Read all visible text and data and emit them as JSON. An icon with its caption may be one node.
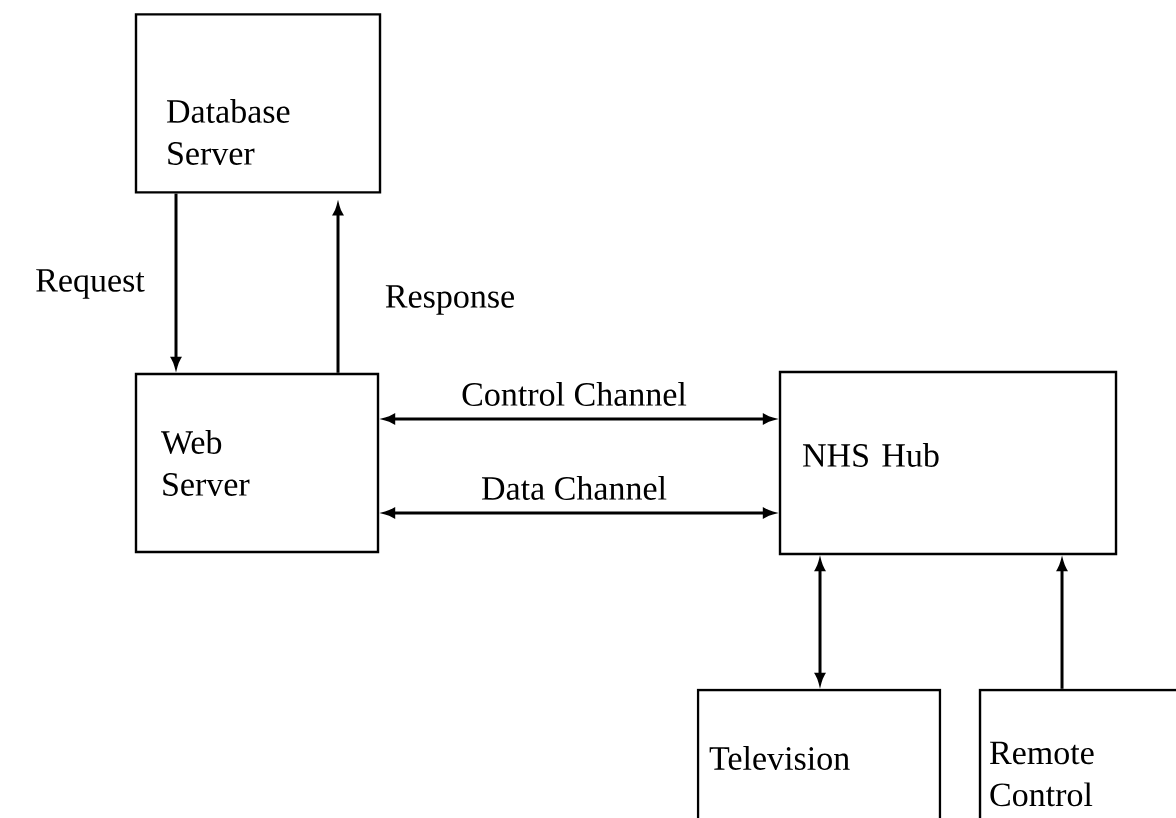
{
  "diagram": {
    "nodes": [
      {
        "text": [
          "Database Server"
        ]
      },
      {
        "text": [
          "Web Server"
        ]
      },
      {
        "text": [
          "NHS Hub"
        ]
      },
      {
        "text": [
          "Television"
        ]
      },
      {
        "text": [
          "Remote Control"
        ]
      }
    ],
    "edges": [
      {
        "from": 0,
        "to": 1,
        "arrow": "to",
        "label": "Request"
      },
      {
        "from": 1,
        "to": 0,
        "arrow": "to",
        "label": "Response"
      },
      {
        "from": 1,
        "to": 2,
        "arrow": "both",
        "label": "Control Channel"
      },
      {
        "from": 1,
        "to": 2,
        "arrow": "both",
        "label": "Data Channel"
      },
      {
        "from": 2,
        "to": 3,
        "arrow": "both"
      },
      {
        "from": 4,
        "to": 2,
        "arrow": "to"
      }
    ]
  }
}
